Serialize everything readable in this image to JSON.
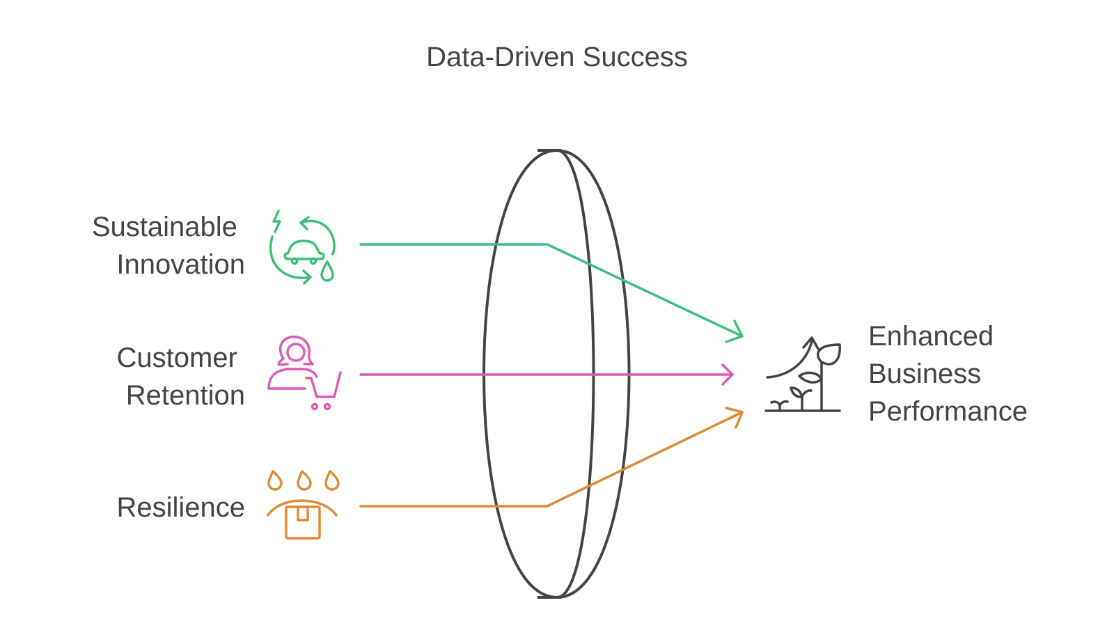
{
  "title": "Data-Driven Success",
  "inputs": [
    {
      "label_lines": [
        "Sustainable",
        "Innovation"
      ],
      "icon": "sustainable-car-cycle-icon",
      "color": "#3DBE7A"
    },
    {
      "label_lines": [
        "Customer",
        "Retention"
      ],
      "icon": "customer-cart-icon",
      "color": "#DB5BB8"
    },
    {
      "label_lines": [
        "Resilience"
      ],
      "icon": "box-rain-shelter-icon",
      "color": "#DF8A35"
    }
  ],
  "output": {
    "label_lines": [
      "Enhanced",
      "Business",
      "Performance"
    ],
    "icon": "growth-plant-icon",
    "color": "#444444"
  },
  "lens": {
    "icon": "lens-icon",
    "color": "#444444"
  }
}
